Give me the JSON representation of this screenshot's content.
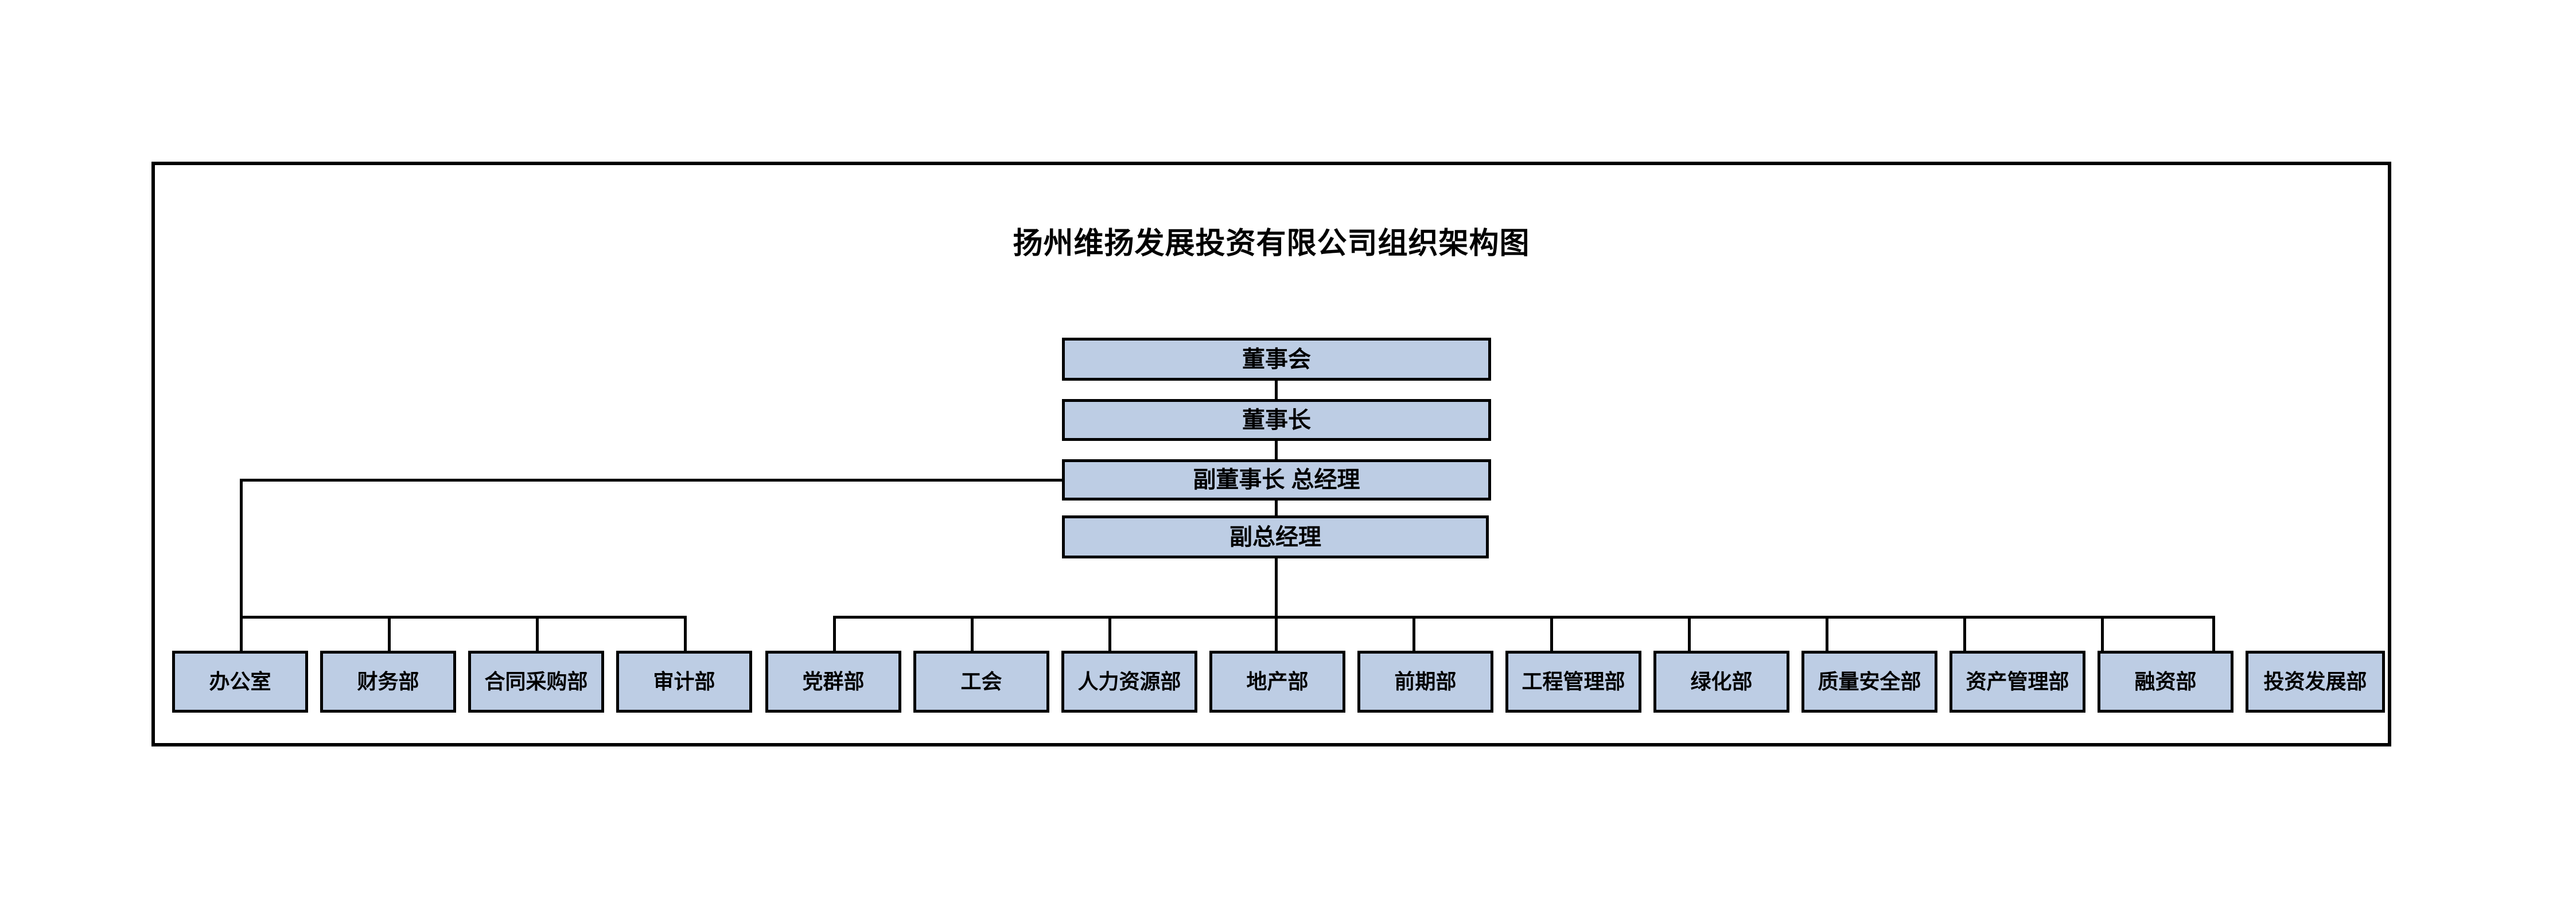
{
  "chart": {
    "title": "扬州维扬发展投资有限公司组织架构图",
    "type": "organization-chart",
    "colors": {
      "node_fill": "#bdcde4",
      "node_border": "#000000",
      "frame_border": "#000000",
      "connector": "#000000",
      "background": "#ffffff",
      "text": "#000000"
    }
  },
  "hierarchy": {
    "levels": [
      {
        "label": "董事会"
      },
      {
        "label": "董事长"
      },
      {
        "label": "副董事长 总经理"
      },
      {
        "label": "副总经理"
      }
    ]
  },
  "departments": {
    "left_group": [
      {
        "label": "办公室"
      },
      {
        "label": "财务部"
      },
      {
        "label": "合同采购部"
      },
      {
        "label": "审计部"
      }
    ],
    "right_group": [
      {
        "label": "党群部"
      },
      {
        "label": "工会"
      },
      {
        "label": "人力资源部"
      },
      {
        "label": "地产部"
      },
      {
        "label": "前期部"
      },
      {
        "label": "工程管理部"
      },
      {
        "label": "绿化部"
      },
      {
        "label": "质量安全部"
      },
      {
        "label": "资产管理部"
      },
      {
        "label": "融资部"
      },
      {
        "label": "投资发展部"
      }
    ]
  }
}
